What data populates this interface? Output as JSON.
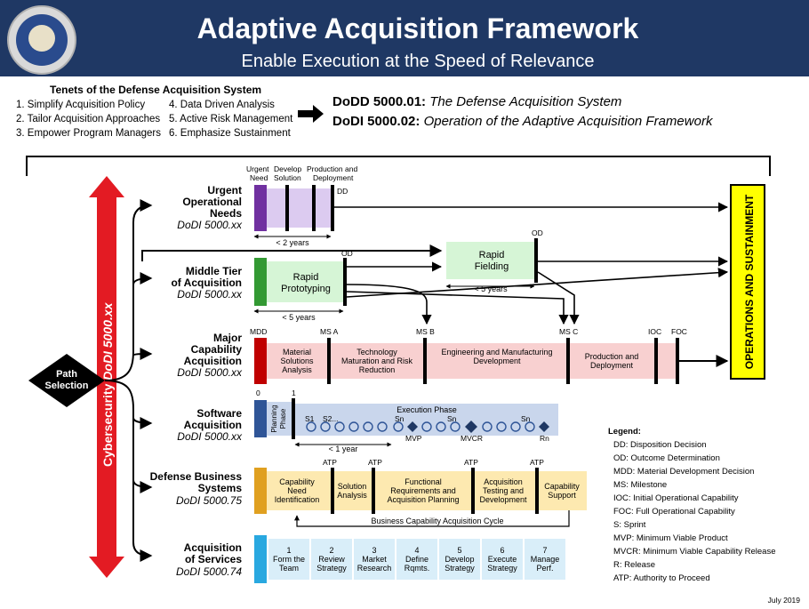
{
  "header": {
    "title": "Adaptive Acquisition Framework",
    "subtitle": "Enable Execution at the Speed of Relevance"
  },
  "tenets": {
    "heading": "Tenets of the Defense Acquisition System",
    "col1": [
      "1. Simplify Acquisition Policy",
      "2. Tailor Acquisition Approaches",
      "3. Empower Program Managers"
    ],
    "col2": [
      "4. Data Driven Analysis",
      "5. Active Risk Management",
      "6. Emphasize Sustainment"
    ]
  },
  "directives": [
    {
      "id": "DoDD 5000.01:",
      "text": "The Defense Acquisition System"
    },
    {
      "id": "DoDI 5000.02:",
      "text": "Operation of the Adaptive Acquisition Framework"
    }
  ],
  "cyber": {
    "label": "Cybersecurity",
    "italic": "DoDI 5000.xx"
  },
  "path_selection": [
    "Path",
    "Selection"
  ],
  "ops": "OPERATIONS AND SUSTAINMENT",
  "paths": [
    {
      "name": [
        "Urgent",
        "Operational",
        "Needs"
      ],
      "ref": "DoDI 5000.xx"
    },
    {
      "name": [
        "Middle Tier",
        "of Acquisition"
      ],
      "ref": "DoDI 5000.xx"
    },
    {
      "name": [
        "Major",
        "Capability",
        "Acquisition"
      ],
      "ref": "DoDI 5000.xx"
    },
    {
      "name": [
        "Software",
        "Acquisition"
      ],
      "ref": "DoDI 5000.xx"
    },
    {
      "name": [
        "Defense Business",
        "Systems"
      ],
      "ref": "DoDI 5000.75"
    },
    {
      "name": [
        "Acquisition",
        "of Services"
      ],
      "ref": "DoDI 5000.74"
    }
  ],
  "uon": {
    "phases": [
      "Urgent",
      "Need",
      "Develop",
      "Solution",
      "Production and",
      "Deployment"
    ],
    "dd": "DD",
    "span": "< 2 years"
  },
  "mta": {
    "prototyping": [
      "Rapid",
      "Prototyping"
    ],
    "fielding": [
      "Rapid",
      "Fielding"
    ],
    "od": "OD",
    "span": "< 5 years"
  },
  "mca": {
    "milestones": [
      "MDD",
      "MS A",
      "MS B",
      "MS C",
      "IOC",
      "FOC"
    ],
    "phases": [
      [
        "Material",
        "Solutions",
        "Analysis"
      ],
      [
        "Technology",
        "Maturation and Risk",
        "Reduction"
      ],
      [
        "Engineering and Manufacturing",
        "Development"
      ],
      [
        "Production and",
        "Deployment"
      ]
    ]
  },
  "sw": {
    "planning": [
      "Planning",
      "Phase"
    ],
    "execution": "Execution Phase",
    "zero": "0",
    "one": "1",
    "sprints": [
      "S1",
      "S2...",
      "Sn",
      "Sn",
      "Sn"
    ],
    "releases": [
      "MVP",
      "MVCR",
      "Rn"
    ],
    "span": "< 1 year"
  },
  "dbs": {
    "phases": [
      [
        "Capability",
        "Need",
        "Identification"
      ],
      [
        "Solution",
        "Analysis"
      ],
      [
        "Functional",
        "Requirements and",
        "Acquisition Planning"
      ],
      [
        "Acquisition",
        "Testing and",
        "Development"
      ],
      [
        "Capability",
        "Support"
      ]
    ],
    "atp": "ATP",
    "cycle": "Business Capability Acquisition Cycle"
  },
  "services": {
    "steps": [
      [
        "1",
        "Form the",
        "Team"
      ],
      [
        "2",
        "Review",
        "Strategy"
      ],
      [
        "3",
        "Market",
        "Research"
      ],
      [
        "4",
        "Define",
        "Rqmts."
      ],
      [
        "5",
        "Develop",
        "Strategy"
      ],
      [
        "6",
        "Execute",
        "Strategy"
      ],
      [
        "7",
        "Manage",
        "Perf."
      ]
    ]
  },
  "legend": {
    "heading": "Legend:",
    "items": [
      "DD: Disposition Decision",
      "OD: Outcome Determination",
      "MDD: Material Development Decision",
      "MS: Milestone",
      "IOC: Initial Operational Capability",
      "FOC: Full Operational Capability",
      "S: Sprint",
      "MVP: Minimum Viable Product",
      "MVCR: Minimum Viable Capability Release",
      "R: Release",
      "ATP: Authority to Proceed"
    ]
  },
  "date": "July 2019",
  "colors": {
    "navy": "#1f3864",
    "red": "#e31b23",
    "purple": "#7030a0",
    "lavender": "#dccbf0",
    "green": "#339933",
    "mint": "#d6f5d6",
    "darkred": "#c00000",
    "pink": "#f8d0d0",
    "blue": "#2f5597",
    "lightblue": "#c9d6ec",
    "gold": "#e0a020",
    "cream": "#fde9b0",
    "sky": "#29a8e0",
    "paleblue": "#d9eef9",
    "yellow": "#ffff00"
  }
}
